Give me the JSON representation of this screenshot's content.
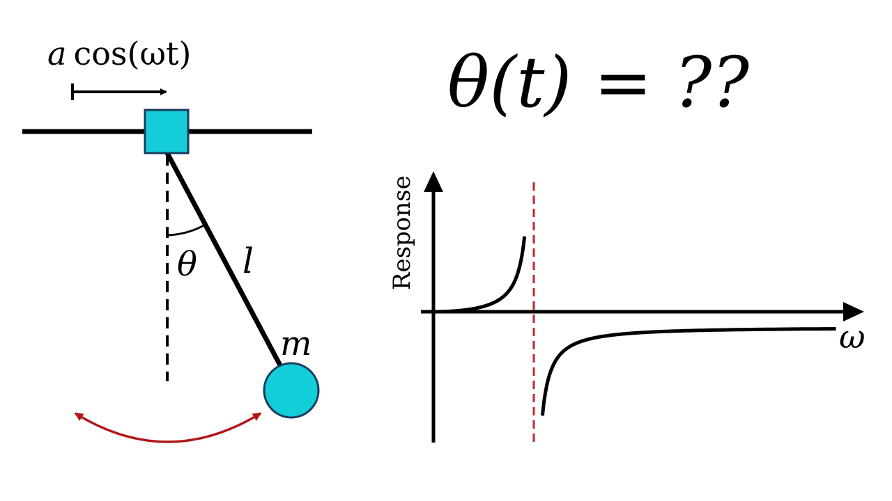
{
  "diagram": {
    "forcing_label_italic": "a",
    "forcing_label_rest": "cos(ωt)",
    "angle_label": "θ",
    "length_label": "l",
    "mass_label": "m",
    "question_label": "θ(t) = ??",
    "colors": {
      "ink": "#000000",
      "block_fill": "#13cdd8",
      "block_stroke": "#1a3a5c",
      "swing_arrow": "#b01818",
      "asymptote": "#c0282a"
    }
  },
  "chart_data": {
    "type": "line",
    "ylabel": "Response",
    "xlabel": "ω",
    "series": [
      {
        "values": "response curve with vertical asymptote at resonance"
      }
    ]
  }
}
